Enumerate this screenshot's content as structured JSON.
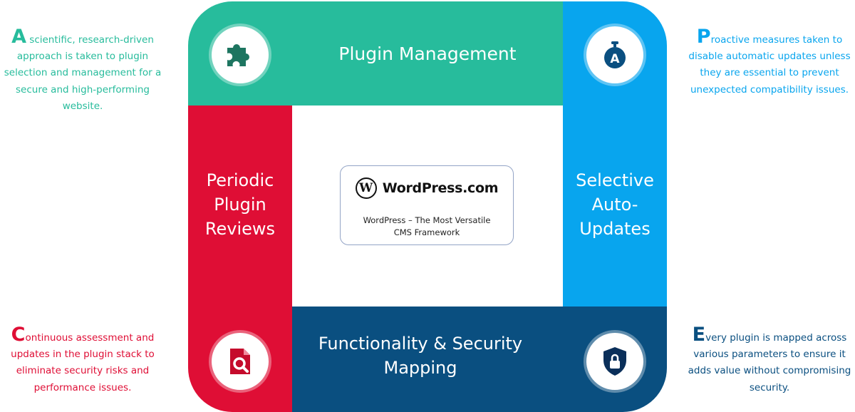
{
  "colors": {
    "plugin_management": "#27bc9c",
    "selective_auto_updates": "#08a5ee",
    "periodic_reviews": "#df0e35",
    "security_mapping": "#0a4f80"
  },
  "panels": {
    "top": {
      "title": "Plugin Management",
      "icon": "puzzle-icon"
    },
    "right": {
      "title_lines": [
        "Selective",
        "Auto-",
        "Updates"
      ],
      "icon": "stopwatch-icon"
    },
    "left": {
      "title_lines": [
        "Periodic",
        "Plugin",
        "Reviews"
      ],
      "icon": "document-search-icon"
    },
    "bottom": {
      "title_lines": [
        "Functionality & Security",
        "Mapping"
      ],
      "icon": "shield-lock-icon"
    }
  },
  "center_card": {
    "brand": "WordPress.com",
    "logo_letter": "W",
    "subtitle_lines": [
      "WordPress – The Most Versatile",
      "CMS Framework"
    ]
  },
  "descriptions": {
    "top_left": {
      "initial": "A",
      "lines": [
        "scientific, research-driven",
        "approach is taken to plugin",
        "selection and management for a",
        "secure and high-performing",
        "website."
      ]
    },
    "top_right": {
      "initial": "P",
      "lines": [
        "roactive measures taken to",
        "disable automatic updates unless",
        "they are essential to prevent",
        "unexpected compatibility issues."
      ]
    },
    "bottom_left": {
      "initial": "C",
      "lines": [
        "ontinuous assessment and",
        "updates in the plugin stack to",
        "eliminate security risks and",
        "performance issues."
      ]
    },
    "bottom_right": {
      "initial": "E",
      "lines": [
        "very plugin is mapped across",
        "various parameters to ensure it",
        "adds value without compromising",
        "security."
      ]
    }
  }
}
